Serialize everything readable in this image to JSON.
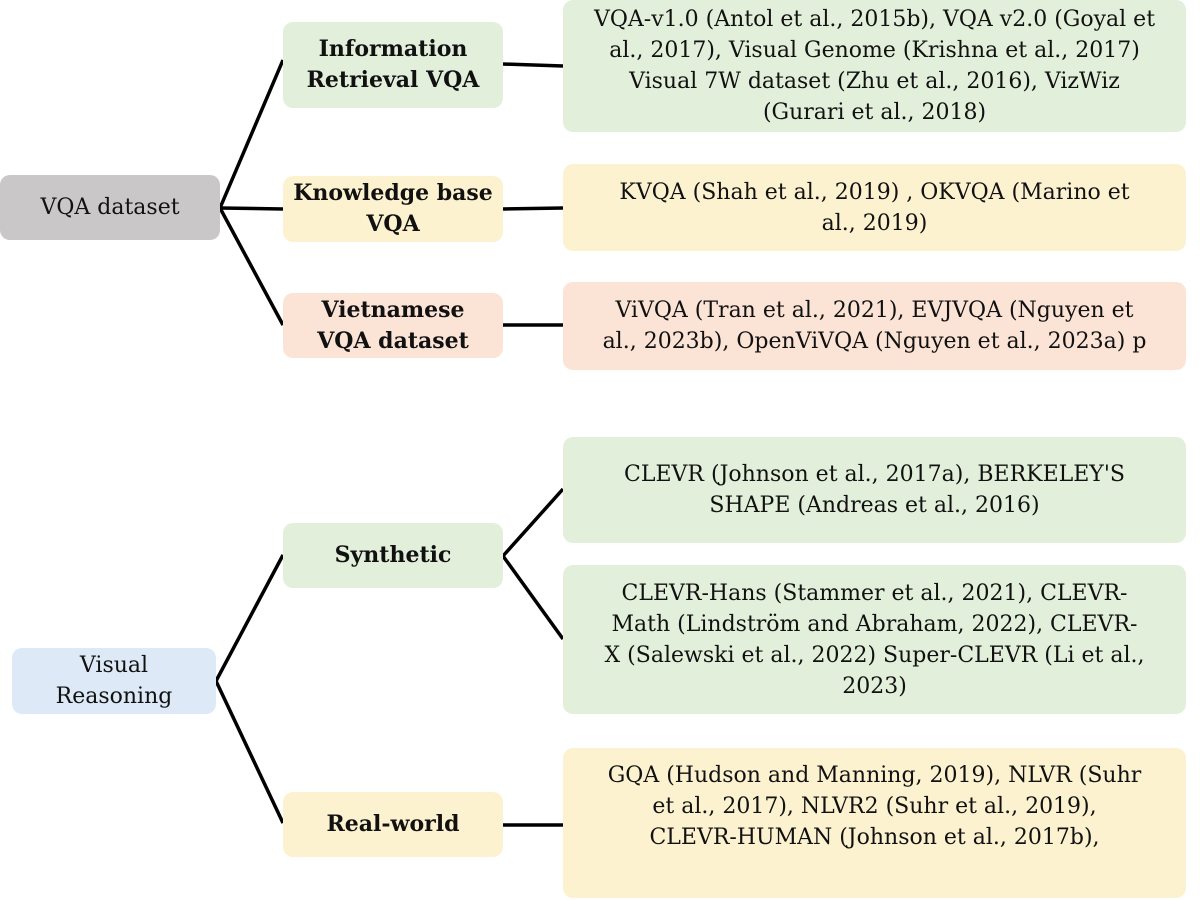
{
  "colors": {
    "gray": "#c9c7c8",
    "green": "#e2efda",
    "yellow": "#fdf2d0",
    "peach": "#fbe3d6",
    "blue": "#dde9f6",
    "line": "#000000"
  },
  "trees": {
    "vqa": {
      "root": {
        "label": "VQA dataset"
      },
      "branches": [
        {
          "label": "Information\nRetrieval VQA",
          "leaves": [
            "VQA-v1.0 (Antol et al., 2015b), VQA v2.0 (Goyal et\nal., 2017), Visual Genome (Krishna et al., 2017)\nVisual 7W dataset (Zhu et al., 2016), VizWiz\n(Gurari et al., 2018)"
          ]
        },
        {
          "label": "Knowledge base\nVQA",
          "leaves": [
            "KVQA (Shah et al., 2019) , OKVQA (Marino et\nal., 2019)"
          ]
        },
        {
          "label": "Vietnamese\nVQA dataset",
          "leaves": [
            "ViVQA (Tran et al., 2021), EVJVQA (Nguyen et\nal., 2023b), OpenViVQA (Nguyen et al., 2023a) p"
          ]
        }
      ]
    },
    "vr": {
      "root": {
        "label": "Visual\nReasoning"
      },
      "branches": [
        {
          "label": "Synthetic",
          "leaves": [
            "CLEVR (Johnson et al., 2017a), BERKELEY'S\nSHAPE (Andreas et al., 2016)",
            "CLEVR-Hans (Stammer et al., 2021), CLEVR-\nMath (Lindström and Abraham, 2022), CLEVR-\nX (Salewski et al., 2022) Super-CLEVR (Li et al.,\n2023)"
          ]
        },
        {
          "label": "Real-world",
          "leaves": [
            "GQA (Hudson and Manning, 2019), NLVR (Suhr\net al., 2017), NLVR2 (Suhr et al., 2019),\nCLEVR-HUMAN (Johnson et al., 2017b),"
          ]
        }
      ]
    }
  }
}
